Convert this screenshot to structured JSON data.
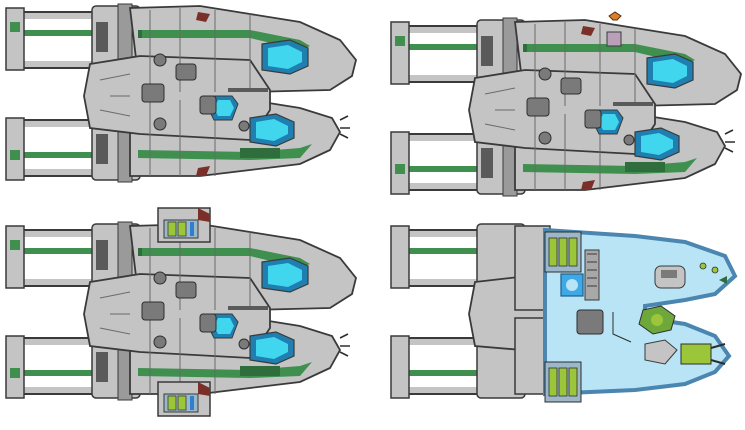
{
  "colors": {
    "hull": "#c4c4c4",
    "hull_dark": "#8e8e8e",
    "outline": "#3a3a3a",
    "stripe": "#3f8f4f",
    "stripe_dark": "#2f6e3c",
    "glass": "#3fd6ee",
    "glass_frame": "#1f7fb0",
    "tip": "#7a3028",
    "interior_floor": "#b8e4f6",
    "interior_wall": "#4b86b0",
    "systems_green": "#9cc63a"
  },
  "sprites": [
    {
      "icon": "ship-hull-icon",
      "variant": "base"
    },
    {
      "icon": "ship-hull-icon",
      "variant": "base-with-antenna"
    },
    {
      "icon": "ship-hull-icon",
      "variant": "side-pods"
    },
    {
      "icon": "ship-interior-icon",
      "variant": "interior-layout"
    }
  ]
}
